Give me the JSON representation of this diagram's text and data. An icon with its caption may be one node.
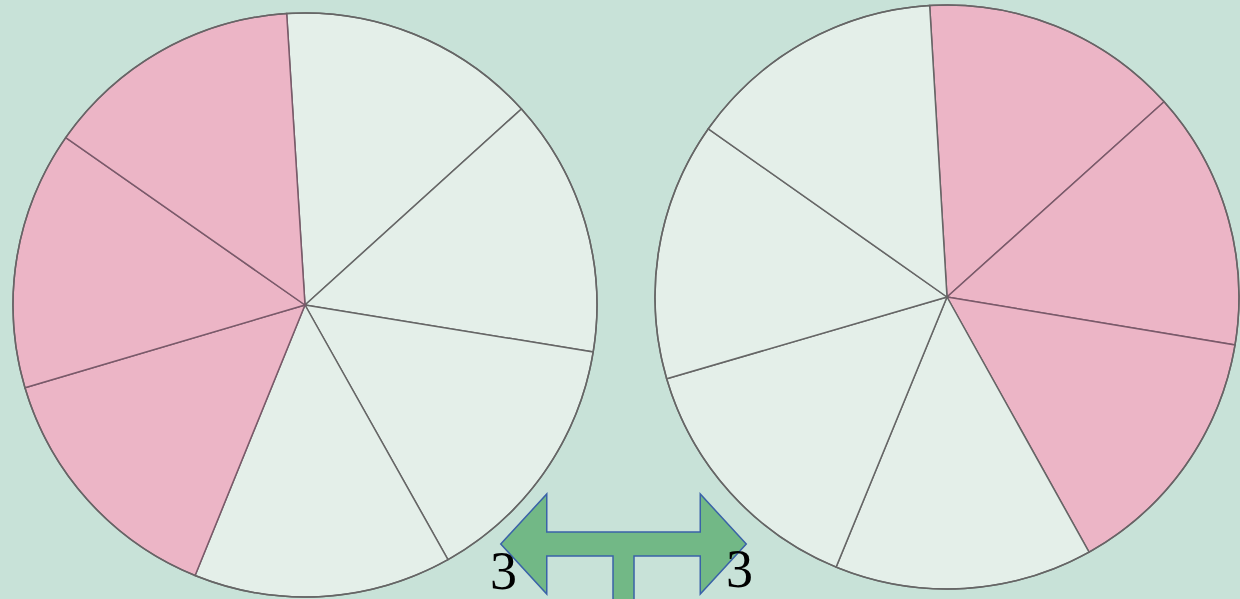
{
  "diagram": {
    "nodes": [
      {
        "text": [],
        "shape": "circle"
      },
      {
        "text": [],
        "shape": "circle"
      }
    ],
    "edges": [
      {
        "from": 0,
        "to": 1,
        "arrow": "both"
      }
    ],
    "labels": [
      "3",
      "3"
    ]
  }
}
